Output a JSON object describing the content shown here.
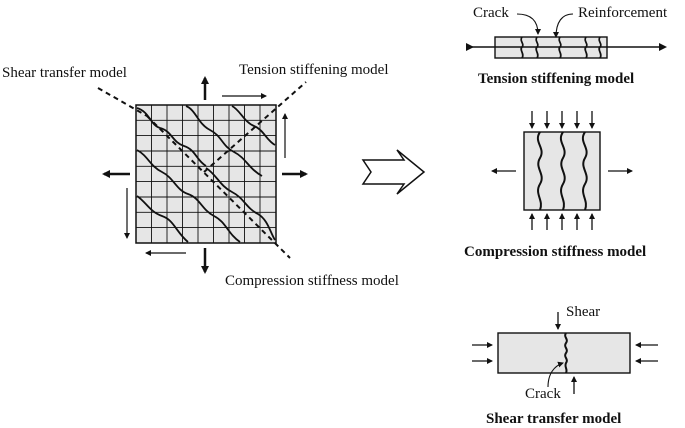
{
  "labels": {
    "shear_transfer_model": "Shear transfer model",
    "tension_stiffening_model": "Tension stiffening model",
    "compression_stiffness_model": "Compression stiffness model"
  },
  "tension_panel": {
    "title": "Tension stiffening model",
    "crack_label": "Crack",
    "reinforcement_label": "Reinforcement"
  },
  "compression_panel": {
    "title": "Compression stiffness model"
  },
  "shear_panel": {
    "title": "Shear transfer model",
    "shear_label": "Shear",
    "crack_label": "Crack"
  },
  "colors": {
    "fill": "#e6e6e6",
    "ink": "#111111"
  },
  "icons": [
    "arrow-icon",
    "block-arrow-icon"
  ]
}
